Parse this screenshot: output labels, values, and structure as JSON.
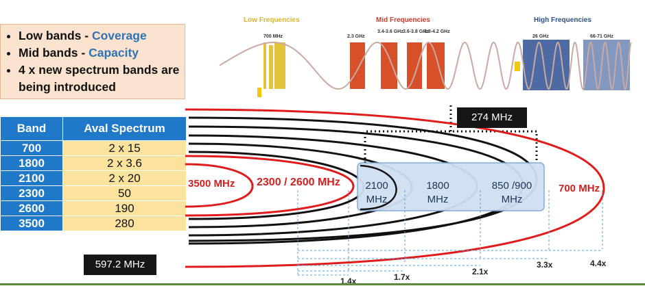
{
  "bullets": [
    {
      "prefix": "Low bands - ",
      "highlight": "Coverage"
    },
    {
      "prefix": "Mid bands - ",
      "highlight": "Capacity"
    },
    {
      "prefix": "4 x new spectrum bands are being introduced",
      "highlight": ""
    }
  ],
  "table": {
    "headers": [
      "Band",
      "Aval Spectrum"
    ],
    "rows": [
      [
        "700",
        "2 x 15"
      ],
      [
        "1800",
        "2 x 3.6"
      ],
      [
        "2100",
        "2 x 20"
      ],
      [
        "2300",
        "50"
      ],
      [
        "2600",
        "190"
      ],
      [
        "3500",
        "280"
      ]
    ]
  },
  "total": "597.2 MHz",
  "aggregate": "274 MHz",
  "spectrum": {
    "groups": [
      "Low Frequencies",
      "Mid Frequencies",
      "High Frequencies"
    ],
    "labels": [
      "700 MHz",
      "2.3 GHz",
      "3.4-3.6 GHz",
      "3.6-3.8 GHz",
      "3.8-4.2 GHz",
      "26 GHz",
      "66-71 GHz"
    ]
  },
  "coverage": {
    "band_labels": [
      "3500 MHz",
      "2300 / 2600 MHz",
      "700 MHz"
    ],
    "inner_labels": [
      "2100 MHz",
      "1800 MHz",
      "850 /900 MHz"
    ],
    "multipliers": [
      "1.4x",
      "1.7x",
      "2.1x",
      "3.3x",
      "4.4x"
    ]
  },
  "colors": {
    "low": "#e3c33a",
    "mid": "#d8502a",
    "high": "#3a5a98",
    "red": "#e01b1b",
    "blue": "#1f78c8"
  }
}
